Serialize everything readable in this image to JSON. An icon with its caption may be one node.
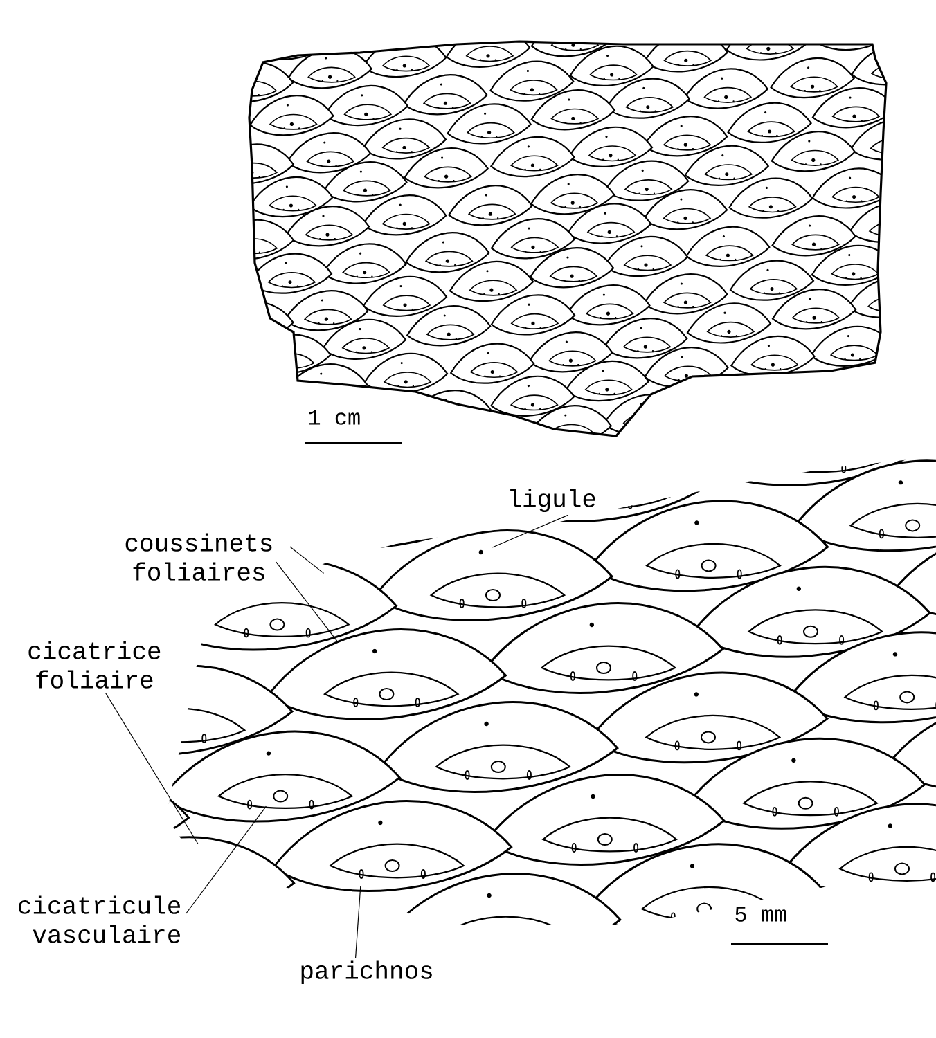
{
  "diagram": {
    "nodes": [
      {
        "text": [
          "ligule"
        ]
      },
      {
        "text": [
          "coussinets foliaires"
        ]
      },
      {
        "text": [
          "cicatrice foliaire"
        ]
      },
      {
        "text": [
          "cicatricule vasculaire"
        ]
      },
      {
        "text": [
          "parichnos"
        ]
      }
    ],
    "edges": [
      {
        "from": 0,
        "to": null,
        "arrow": "none"
      },
      {
        "from": 1,
        "to": null,
        "arrow": "none"
      },
      {
        "from": 1,
        "to": null,
        "arrow": "none"
      },
      {
        "from": 2,
        "to": null,
        "arrow": "none"
      },
      {
        "from": 3,
        "to": null,
        "arrow": "none"
      },
      {
        "from": 4,
        "to": null,
        "arrow": "none"
      }
    ],
    "labels": [
      "1 cm",
      "5 mm"
    ]
  }
}
